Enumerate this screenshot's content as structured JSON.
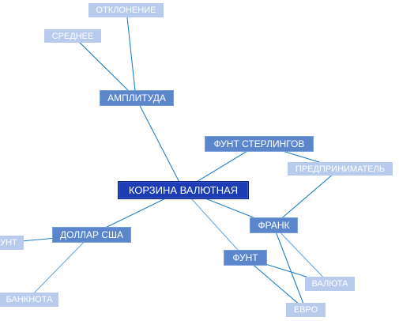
{
  "colors": {
    "edge": "#1f7fc6",
    "edge_light": "#6aa8d8",
    "primary_node": "#5b86cc",
    "secondary_node": "#b8cbec",
    "center_node": "#1e3cb4"
  },
  "nodes": {
    "center": "КОРЗИНА ВАЛЮТНАЯ",
    "amplituda": "АМПЛИТУДА",
    "otklonenie": "ОТКЛОНЕНИЕ",
    "srednee": "СРЕДНЕЕ",
    "funt_sterlingov": "ФУНТ СТЕРЛИНГОВ",
    "predprinimatel": "ПРЕДПРИНИМАТЕЛЬ",
    "frank": "ФРАНК",
    "funt": "ФУНТ",
    "valyuta": "ВАЛЮТА",
    "evro": "ЕВРО",
    "dollar": "ДОЛЛАР США",
    "funt_left": "ФУНТ",
    "banknota": "БАНКНОТА"
  }
}
